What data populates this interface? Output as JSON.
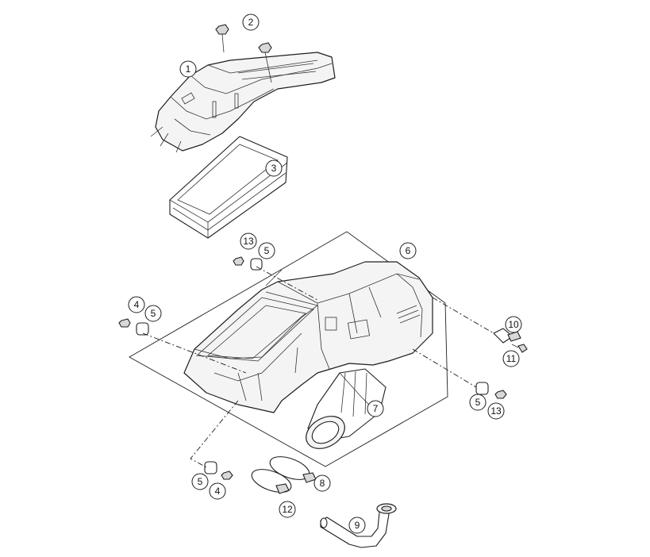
{
  "callouts": [
    {
      "id": "c1",
      "label": "1"
    },
    {
      "id": "c2",
      "label": "2"
    },
    {
      "id": "c3",
      "label": "3"
    },
    {
      "id": "c4a",
      "label": "4"
    },
    {
      "id": "c5a",
      "label": "5"
    },
    {
      "id": "c13a",
      "label": "13"
    },
    {
      "id": "c5b",
      "label": "5"
    },
    {
      "id": "c6",
      "label": "6"
    },
    {
      "id": "c7",
      "label": "7"
    },
    {
      "id": "c10",
      "label": "10"
    },
    {
      "id": "c11",
      "label": "11"
    },
    {
      "id": "c5c",
      "label": "5"
    },
    {
      "id": "c13b",
      "label": "13"
    },
    {
      "id": "c5d",
      "label": "5"
    },
    {
      "id": "c4b",
      "label": "4"
    },
    {
      "id": "c8",
      "label": "8"
    },
    {
      "id": "c12",
      "label": "12"
    },
    {
      "id": "c9",
      "label": "9"
    }
  ]
}
